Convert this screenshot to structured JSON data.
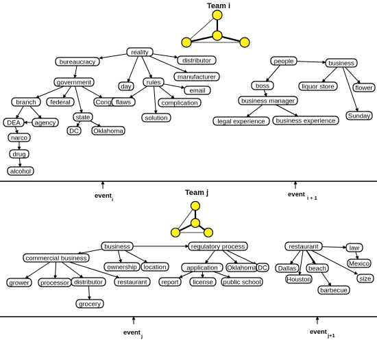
{
  "teams": [
    {
      "title": "Team i"
    },
    {
      "title": "Team j"
    }
  ],
  "timelines": [
    {
      "events": [
        {
          "label": "event",
          "sub": "i"
        },
        {
          "label": "event",
          "sub": "i + 1"
        }
      ]
    },
    {
      "events": [
        {
          "label": "event",
          "sub": "j"
        },
        {
          "label": "event",
          "sub": "j+1"
        }
      ]
    }
  ],
  "nodes": [
    {
      "id": "reality",
      "label": "reality"
    },
    {
      "id": "bureaucracy",
      "label": "bureaucracy"
    },
    {
      "id": "distributor_i",
      "label": "distributor"
    },
    {
      "id": "government",
      "label": "government"
    },
    {
      "id": "manufacturer",
      "label": "manufacturer"
    },
    {
      "id": "day",
      "label": "day"
    },
    {
      "id": "rules",
      "label": "rules"
    },
    {
      "id": "email",
      "label": "email"
    },
    {
      "id": "branch",
      "label": "branch"
    },
    {
      "id": "federal",
      "label": "federal"
    },
    {
      "id": "congress",
      "label": "Congress"
    },
    {
      "id": "flaws",
      "label": "flaws"
    },
    {
      "id": "complication",
      "label": "complication"
    },
    {
      "id": "state",
      "label": "state"
    },
    {
      "id": "dea",
      "label": "DEA"
    },
    {
      "id": "agency",
      "label": "agency"
    },
    {
      "id": "dc_i",
      "label": "DC"
    },
    {
      "id": "oklahoma_i",
      "label": "Oklahoma"
    },
    {
      "id": "solution",
      "label": "solution"
    },
    {
      "id": "narco",
      "label": "narco"
    },
    {
      "id": "drug",
      "label": "drug"
    },
    {
      "id": "alcohol",
      "label": "alcohol"
    },
    {
      "id": "people",
      "label": "people"
    },
    {
      "id": "business_i",
      "label": "business"
    },
    {
      "id": "boss",
      "label": "boss"
    },
    {
      "id": "liquor_store",
      "label": "liquor store"
    },
    {
      "id": "flower",
      "label": "flower"
    },
    {
      "id": "business_manager",
      "label": "business manager"
    },
    {
      "id": "sunday",
      "label": "Sunday"
    },
    {
      "id": "legal_exp",
      "label": "legal experience"
    },
    {
      "id": "business_exp",
      "label": "business experience"
    },
    {
      "id": "business_j",
      "label": "business"
    },
    {
      "id": "regulatory",
      "label": "regulatory process"
    },
    {
      "id": "commercial",
      "label": "commercial business"
    },
    {
      "id": "ownership",
      "label": "ownership"
    },
    {
      "id": "location",
      "label": "location"
    },
    {
      "id": "application",
      "label": "application"
    },
    {
      "id": "oklahoma_j",
      "label": "Oklahoma"
    },
    {
      "id": "dc_j",
      "label": "DC"
    },
    {
      "id": "grower",
      "label": "grower"
    },
    {
      "id": "processor",
      "label": "processor"
    },
    {
      "id": "distributor_j",
      "label": "distributor"
    },
    {
      "id": "restaurant_j",
      "label": "restaurant"
    },
    {
      "id": "report",
      "label": "report"
    },
    {
      "id": "license",
      "label": "license"
    },
    {
      "id": "public_school",
      "label": "public school"
    },
    {
      "id": "grocery",
      "label": "grocery"
    },
    {
      "id": "restaurant_r",
      "label": "restaurant"
    },
    {
      "id": "law",
      "label": "law"
    },
    {
      "id": "dallas",
      "label": "Dallas"
    },
    {
      "id": "beach",
      "label": "beach"
    },
    {
      "id": "houston",
      "label": "Houston"
    },
    {
      "id": "mexico",
      "label": "Mexico"
    },
    {
      "id": "size",
      "label": "size"
    },
    {
      "id": "barbecue",
      "label": "barbecue"
    }
  ]
}
